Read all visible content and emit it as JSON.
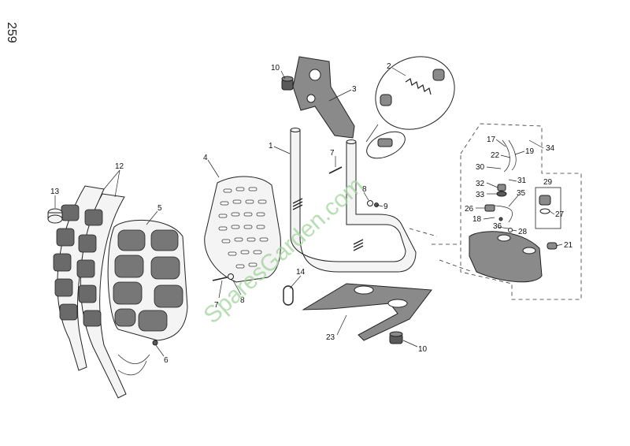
{
  "page_number": "259",
  "watermark": "SparesGarden.com",
  "callouts": [
    "1",
    "2",
    "3",
    "4",
    "5",
    "6",
    "7",
    "7",
    "8",
    "8",
    "9",
    "10",
    "10",
    "12",
    "13",
    "14",
    "17",
    "18",
    "19",
    "21",
    "22",
    "23",
    "26",
    "27",
    "28",
    "29",
    "30",
    "31",
    "32",
    "33",
    "34",
    "35",
    "36"
  ]
}
